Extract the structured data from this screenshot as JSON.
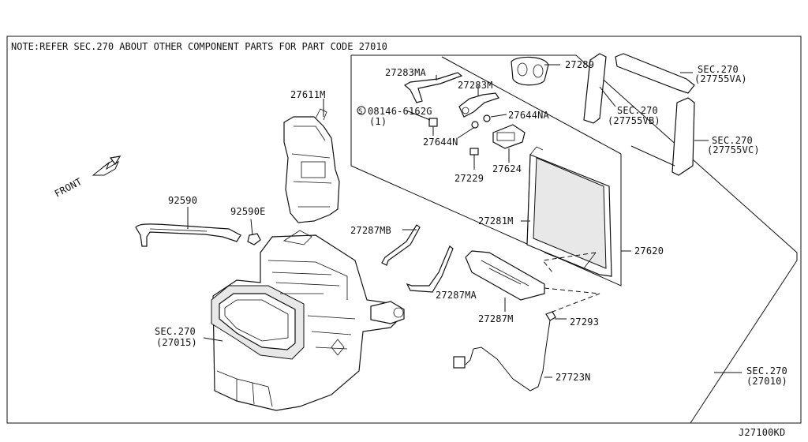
{
  "note": "NOTE:REFER SEC.270 ABOUT OTHER COMPONENT PARTS FOR PART CODE 27010",
  "diagram_code": "J27100KD",
  "front_label": "FRONT",
  "labels": {
    "p27611M": "27611M",
    "p92590": "92590",
    "p92590E": "92590E",
    "sec27015_a": "SEC.270",
    "sec27015_b": "(27015)",
    "p27283MA": "27283MA",
    "p27283M": "27283M",
    "p27289": "27289",
    "p08146_a": "08146-6162G",
    "p08146_b": "(1)",
    "p27644NA": "27644NA",
    "p27644N": "27644N",
    "p27624": "27624",
    "p27229": "27229",
    "p27281M": "27281M",
    "p27620": "27620",
    "p27287MB": "27287MB",
    "p27287MA": "27287MA",
    "p27287M": "27287M",
    "p27293": "27293",
    "p27723N": "27723N",
    "secVA_a": "SEC.270",
    "secVA_b": "(27755VA)",
    "secVB_a": "SEC.270",
    "secVB_b": "(27755VB)",
    "secVC_a": "SEC.270",
    "secVC_b": "(27755VC)",
    "sec27010_a": "SEC.270",
    "sec27010_b": "(27010)"
  },
  "symbols": {
    "screw_marker": "S"
  }
}
